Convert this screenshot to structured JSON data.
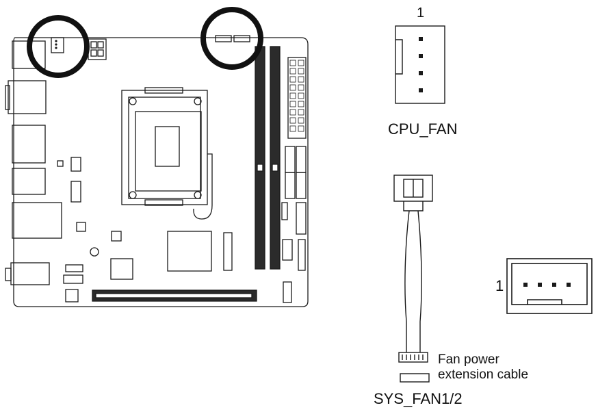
{
  "labels": {
    "cpu_fan_pin": "1",
    "cpu_fan": "CPU_FAN",
    "sys_fan_pin": "1",
    "extension_line1": "Fan power",
    "extension_line2": "extension cable",
    "sys_fan": "SYS_FAN1/2"
  },
  "colors": {
    "line": "#1a1a1a",
    "highlight_ring": "#111111",
    "background": "#ffffff"
  },
  "icons": [
    "motherboard-diagram",
    "cpu-socket",
    "dimm-slots",
    "pcie-slot",
    "sata-ports",
    "fan-header",
    "fan-cable"
  ]
}
